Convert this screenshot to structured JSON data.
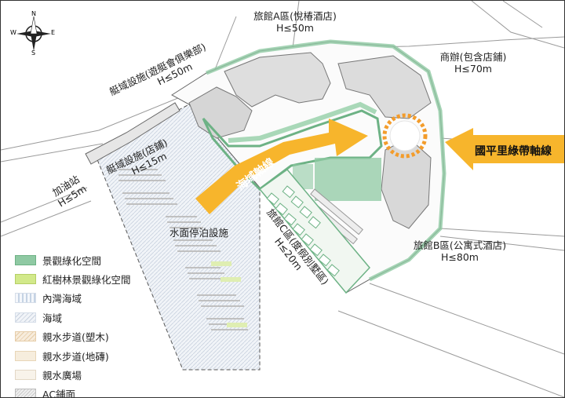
{
  "compass": {
    "n": "N",
    "s": "S",
    "e": "E",
    "w": "W"
  },
  "labels": {
    "hotel_a_title": "旅館A區(悅椿酒店)",
    "hotel_a_height": "H≤50m",
    "commercial_title": "商辦(包含店鋪)",
    "commercial_height": "H≤70m",
    "yacht_club_title": "艇域設施(遊艇會俱樂部)",
    "yacht_club_height": "H≤50m",
    "yacht_shop_title": "艇域設施(店鋪)",
    "yacht_shop_height": "H≤15m",
    "gas_station_title": "加油站",
    "gas_station_height": "H≤5m",
    "water_parking": "水面停泊設施",
    "hotel_c_title": "旅館C區(度假別墅區)",
    "hotel_c_height": "H≤20m",
    "hotel_b_title": "旅館B區(公寓式酒店)",
    "hotel_b_height": "H≤80m",
    "harbor_axis": "海域軸線",
    "greenbelt_axis": "國平里綠帶軸線"
  },
  "colors": {
    "axis_arrow": "#f7b52c",
    "focal_ring": "#f39c2b",
    "landscape_green": "#8fc9a3",
    "mangrove_green": "#d2e98a",
    "building_fill": "#d9d9d9",
    "path_green": "#6db285"
  },
  "legend": [
    {
      "label": "景觀綠化空間",
      "swatch": "landscape"
    },
    {
      "label": "紅樹林景觀綠化空間",
      "swatch": "mangrove"
    },
    {
      "label": "內灣海域",
      "swatch": "inner-bay"
    },
    {
      "label": "海域",
      "swatch": "sea"
    },
    {
      "label": "親水步道(塑木)",
      "swatch": "boardwalk-wood"
    },
    {
      "label": "親水步道(地磚)",
      "swatch": "boardwalk-tile"
    },
    {
      "label": "親水廣場",
      "swatch": "plaza"
    },
    {
      "label": "AC鋪面",
      "swatch": "ac-pavement"
    }
  ]
}
